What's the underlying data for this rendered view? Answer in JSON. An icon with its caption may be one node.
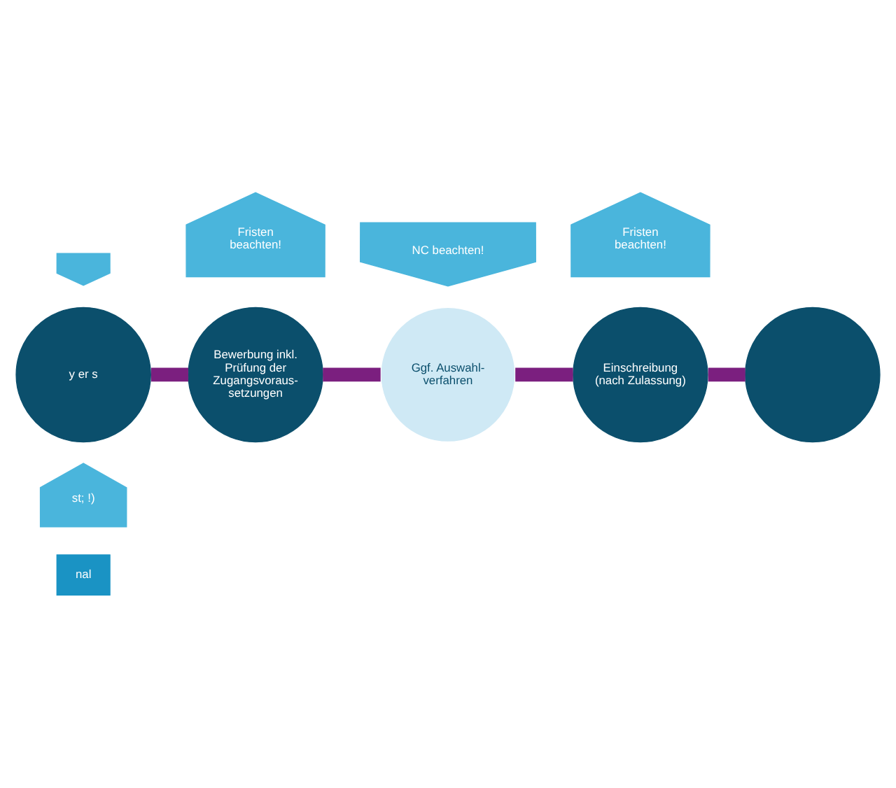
{
  "diagram": {
    "nodes": [
      {
        "text": [
          "y er s"
        ]
      },
      {
        "text": [
          "Bewerbung inkl. Prüfung der Zugangsvoraus- setzungen"
        ]
      },
      {
        "text": [
          "Ggf. Auswahl- verfahren"
        ]
      },
      {
        "text": [
          "Einschreibung (nach Zulassung)"
        ]
      },
      {
        "text": [],
        "shape": "circle"
      },
      {
        "text": [],
        "shape": "box"
      },
      {
        "text": [
          "st; !)"
        ]
      },
      {
        "text": [
          "nal"
        ]
      },
      {
        "text": [
          "Fristen beachten!"
        ]
      },
      {
        "text": [
          "NC beachten!"
        ]
      },
      {
        "text": [
          "Fristen beachten!"
        ]
      }
    ],
    "edges": [
      {
        "from": 0,
        "to": 1,
        "arrow": "none"
      },
      {
        "from": 1,
        "to": 2,
        "arrow": "none"
      },
      {
        "from": 2,
        "to": 3,
        "arrow": "none"
      },
      {
        "from": 3,
        "to": 4,
        "arrow": "none"
      }
    ]
  }
}
